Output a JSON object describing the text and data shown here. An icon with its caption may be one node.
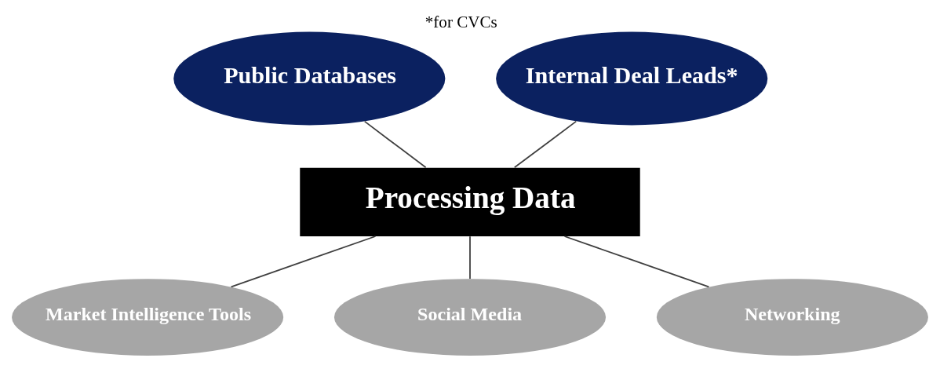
{
  "diagram": {
    "nodes": [
      {
        "text": [
          "Public Databases"
        ]
      },
      {
        "text": [
          "Internal Deal Leads*"
        ],
        "beside": [
          "*for CVCs"
        ]
      },
      {
        "text": [
          "Processing Data"
        ]
      },
      {
        "text": [
          "Market Intelligence Tools"
        ]
      },
      {
        "text": [
          "Social Media"
        ]
      },
      {
        "text": [
          "Networking"
        ]
      }
    ],
    "edges": [
      {
        "from": 0,
        "to": 2,
        "arrow": "none"
      },
      {
        "from": 1,
        "to": 2,
        "arrow": "none"
      },
      {
        "from": 2,
        "to": 3,
        "arrow": "none"
      },
      {
        "from": 2,
        "to": 5,
        "arrow": "none"
      },
      {
        "from": 2,
        "to": 4,
        "arrow": "none"
      }
    ]
  }
}
